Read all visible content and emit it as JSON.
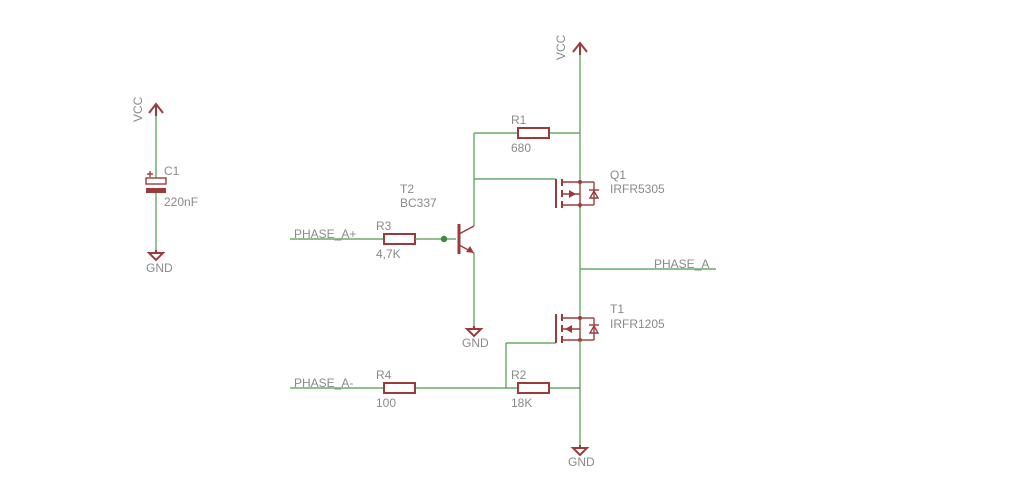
{
  "power": {
    "vcc_left": "VCC",
    "vcc_main": "VCC",
    "gnd_c1": "GND",
    "gnd_t2": "GND",
    "gnd_main": "GND"
  },
  "components": {
    "c1": {
      "name": "C1",
      "value": "220nF"
    },
    "r1": {
      "name": "R1",
      "value": "680"
    },
    "r2": {
      "name": "R2",
      "value": "18K"
    },
    "r3": {
      "name": "R3",
      "value": "4,7K"
    },
    "r4": {
      "name": "R4",
      "value": "100"
    },
    "t2": {
      "name": "T2",
      "value": "BC337"
    },
    "q1": {
      "name": "Q1",
      "value": "IRFR5305"
    },
    "t1": {
      "name": "T1",
      "value": "IRFR1205"
    }
  },
  "nets": {
    "phase_a_plus": "PHASE_A+",
    "phase_a_minus": "PHASE_A-",
    "phase_a": "PHASE_A"
  },
  "colors": {
    "wire": "#4c9a4c",
    "symbol": "#9c3a3a",
    "text": "#8a8a8a",
    "junction": "#3a8a3a"
  }
}
